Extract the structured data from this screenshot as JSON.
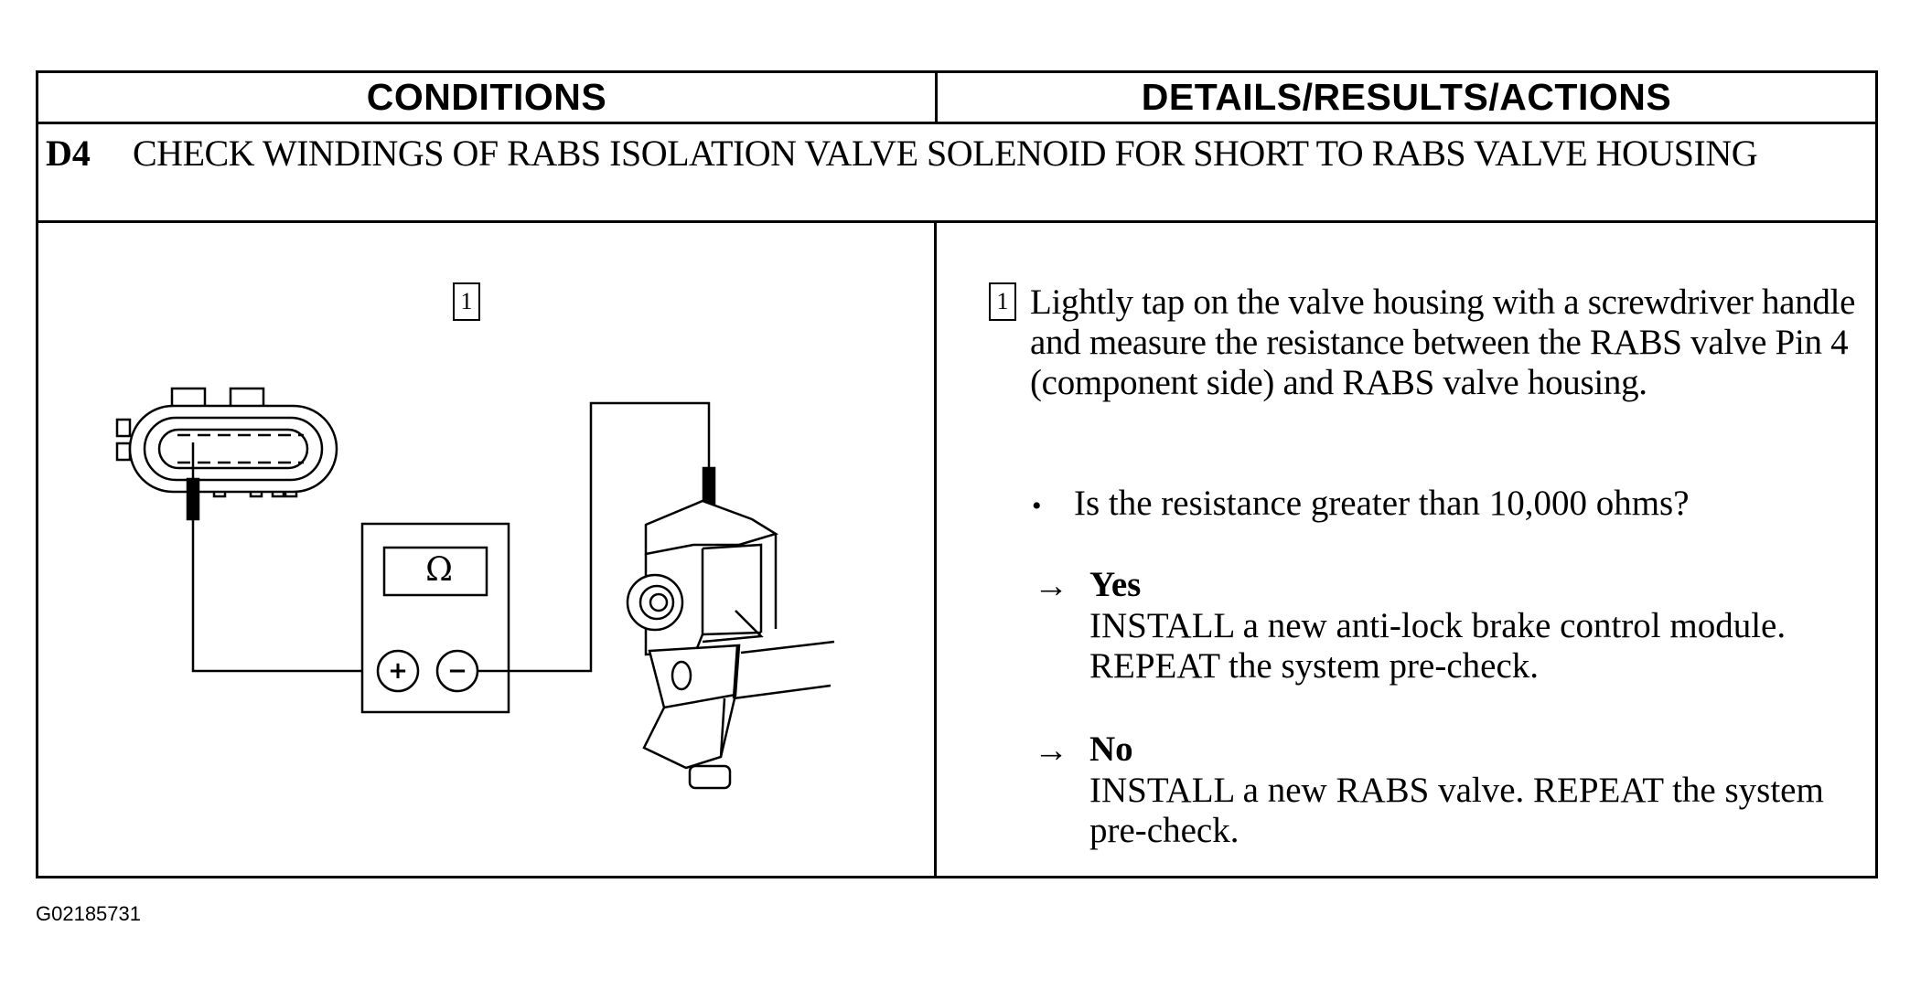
{
  "header": {
    "conditions": "CONDITIONS",
    "details": "DETAILS/RESULTS/ACTIONS"
  },
  "step": {
    "code": "D4",
    "title": "CHECK WINDINGS OF RABS ISOLATION VALVE SOLENOID FOR SHORT TO RABS VALVE HOUSING"
  },
  "diagram": {
    "step_marker": "1",
    "meter_symbol": "Ω",
    "plus_symbol": "+",
    "minus_symbol": "−"
  },
  "details": {
    "step_marker": "1",
    "instruction": "Lightly tap on the valve housing with a screwdriver handle and measure the resistance between the RABS valve Pin 4 (component side) and RABS valve housing.",
    "bullet_symbol": "•",
    "question": "Is the resistance greater than 10,000 ohms?",
    "arrow_symbol": "→",
    "answers": [
      {
        "label": "Yes",
        "text": "INSTALL a new anti-lock brake control module. REPEAT the system pre-check."
      },
      {
        "label": "No",
        "text": "INSTALL a new RABS valve. REPEAT the system pre-check."
      }
    ]
  },
  "footer": {
    "code": "G02185731"
  }
}
